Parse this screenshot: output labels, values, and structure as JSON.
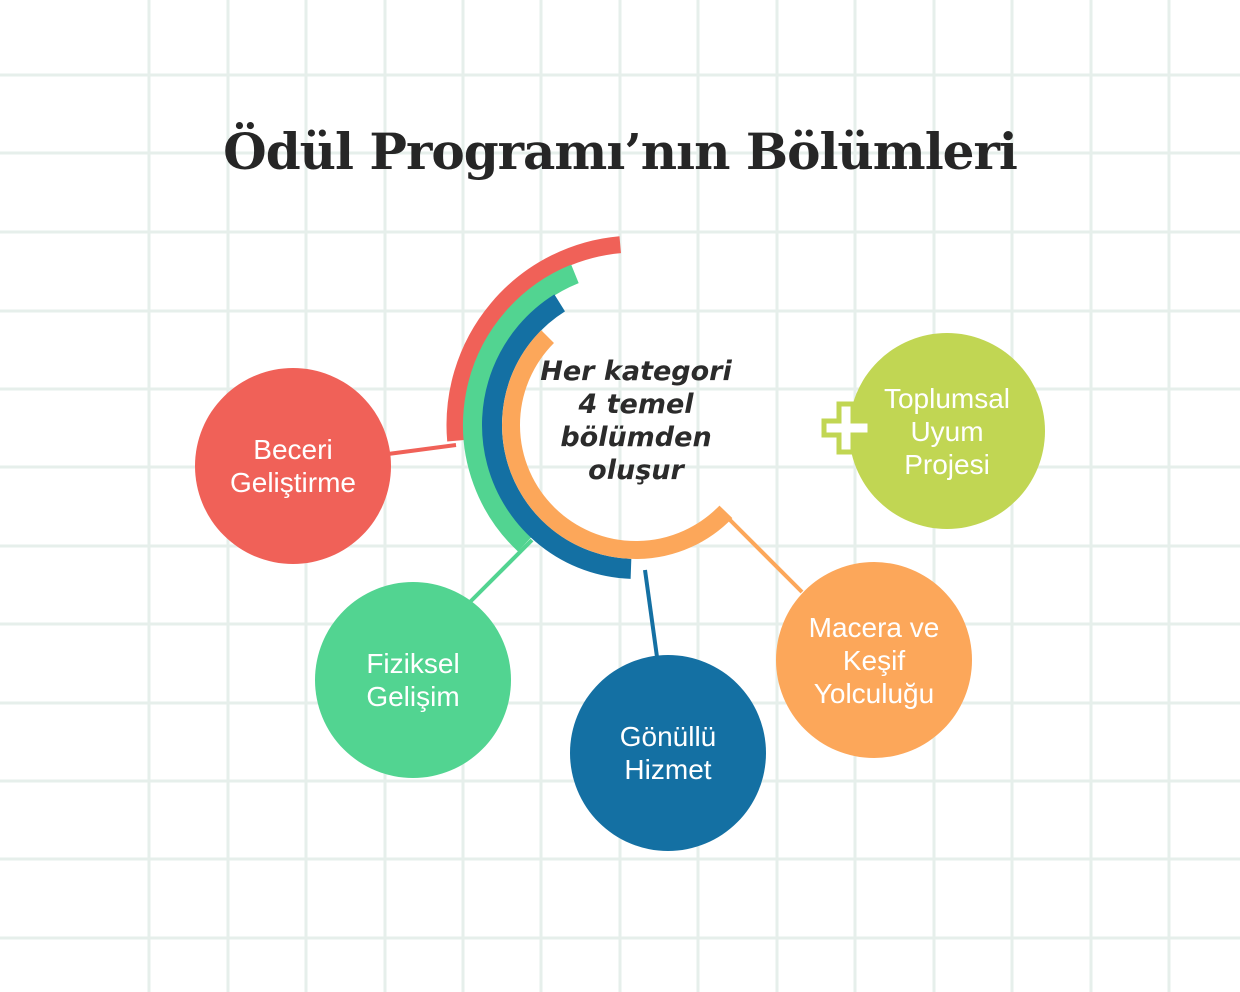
{
  "title": "Ödül Programı’nın Bölümleri",
  "center": {
    "lines": [
      "Her kategori",
      "4 temel",
      "bölümden",
      "oluşur"
    ]
  },
  "nodes": [
    {
      "id": "beceri",
      "lines": [
        "Beceri",
        "Geliştirme"
      ],
      "color": "#f06158"
    },
    {
      "id": "fiziksel",
      "lines": [
        "Fiziksel",
        "Gelişim"
      ],
      "color": "#52d491"
    },
    {
      "id": "gonullu",
      "lines": [
        "Gönüllü",
        "Hizmet"
      ],
      "color": "#1470a3"
    },
    {
      "id": "macera",
      "lines": [
        "Macera ve",
        "Keşif",
        "Yolculuğu"
      ],
      "color": "#fca75a"
    },
    {
      "id": "toplumsal",
      "lines": [
        "Toplumsal",
        "Uyum",
        "Projesi"
      ],
      "color": "#c1d653"
    }
  ],
  "plus_icon": "plus-icon",
  "grid_color": "#e6efeb"
}
